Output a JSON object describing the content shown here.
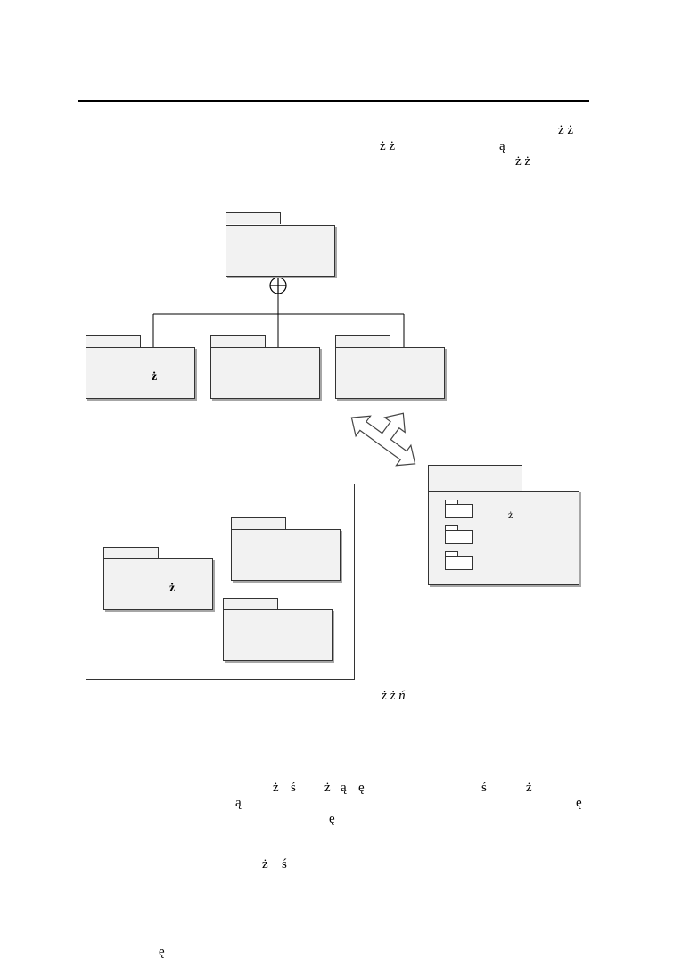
{
  "header_glyphs": {
    "line1": "ż ż",
    "line2a": "ż ż",
    "line2b": "ą",
    "line3": "ż ż"
  },
  "diagram": {
    "pkg_b1_text": "ż",
    "pkg_frame_b1_text": "ż",
    "pkg_right_row1_text": "ż"
  },
  "caption": {
    "text": "ż ż ń"
  },
  "body_glyphs": {
    "p1_a": "ż",
    "p1_b": "ś",
    "p1_c": "ż",
    "p1_d": "ą",
    "p1_e": "ę",
    "p1_f": "ś",
    "p1_g": "ż",
    "p2_a": "ą",
    "p2_b": "ę",
    "p3_a": "ę",
    "p4_a": "ż",
    "p4_b": "ś",
    "p5_a": "ę"
  }
}
